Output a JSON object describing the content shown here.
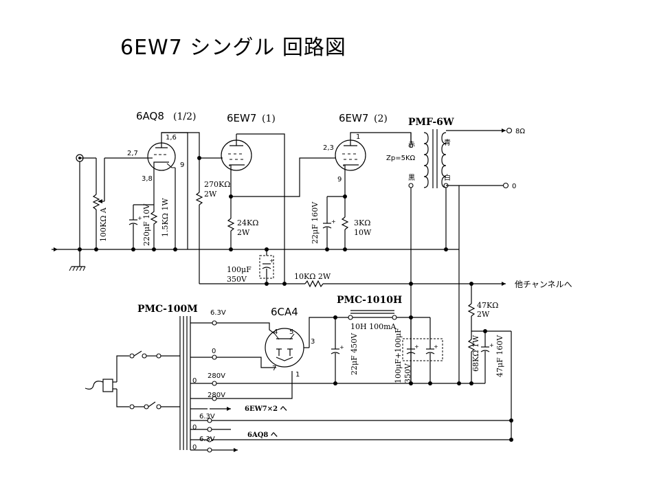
{
  "title": "6EW7 シングル 回路図",
  "tubes": {
    "v1": "6AQ8",
    "v1_unit": "(1/2)",
    "v2": "6EW7",
    "v2_unit": "(1)",
    "v3": "6EW7",
    "v3_unit": "(2)",
    "rect": "6CA4"
  },
  "pins": {
    "v1_plate": "1,6",
    "v1_grid": "2,7",
    "v1_cathode": "3,8",
    "v1_heater": "9",
    "v3_plate": "1",
    "v3_grid": "2,3",
    "v3_cathode": "9",
    "rect_4": "4",
    "rect_5": "5",
    "rect_3": "3",
    "rect_7": "7",
    "rect_1": "1"
  },
  "output_transformer": {
    "name": "PMF-6W",
    "red": "赤",
    "blue": "青",
    "black": "黒",
    "white": "白",
    "zp": "Zp=5KΩ",
    "tap_8": "8Ω",
    "tap_0": "0"
  },
  "components": {
    "vol": "100KΩ A",
    "c_k1": "220μF 10V",
    "r_k1": "1.5KΩ 1W",
    "r_p1a": "270KΩ",
    "r_p1b": "2W",
    "r_k2a": "24KΩ",
    "r_k2b": "2W",
    "c_dec_a": "100μF",
    "c_dec_b": "350V",
    "r_dec": "10KΩ 2W",
    "c_k3": "22μF 160V",
    "r_k3a": "3KΩ",
    "r_k3b": "10W",
    "r_bias_a": "47KΩ",
    "r_bias_b": "2W",
    "r_bias2": "68KΩ 1W",
    "c_bias2": "47μF 160V",
    "c_in": "22μF 450V",
    "c_out": "100μF+100μF",
    "c_out_v": "350V",
    "choke_spec": "10H 100mA"
  },
  "power": {
    "transformer": "PMC-100M",
    "choke": "PMC-1010H",
    "h1": "6.3V",
    "h1_0": "0",
    "hv1": "280V",
    "hv0": "0",
    "hv2": "280V",
    "h2": "6.3V",
    "h2_0": "0",
    "h3": "6.3V",
    "h3_0": "0",
    "to_6ew7": "6EW7×2 へ",
    "to_6aq8": "6AQ8 へ"
  },
  "other_channel": "他チャンネルへ"
}
